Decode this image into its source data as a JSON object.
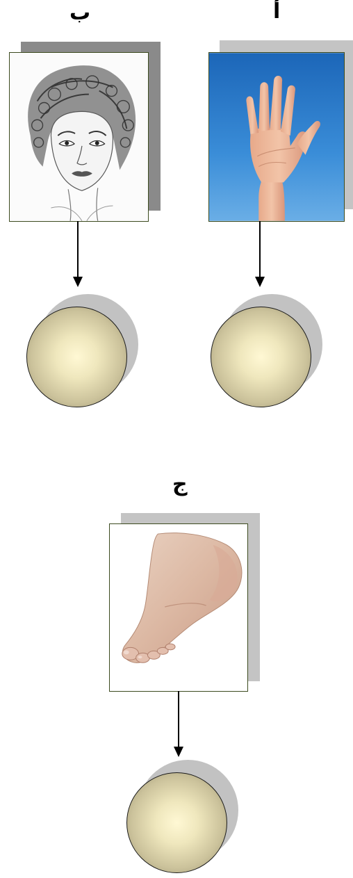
{
  "labels": {
    "a": "أ",
    "b": "ب",
    "c": "ج"
  },
  "images": {
    "a": "hand-photo",
    "b": "face-sketch",
    "c": "foot-photo"
  },
  "colors": {
    "frame_border": "#3b4a1e",
    "shadow": "#c4c4c4",
    "circle_center": "#fff8d4",
    "circle_edge": "#8f8866",
    "sky_blue": "#2e7fcc"
  }
}
